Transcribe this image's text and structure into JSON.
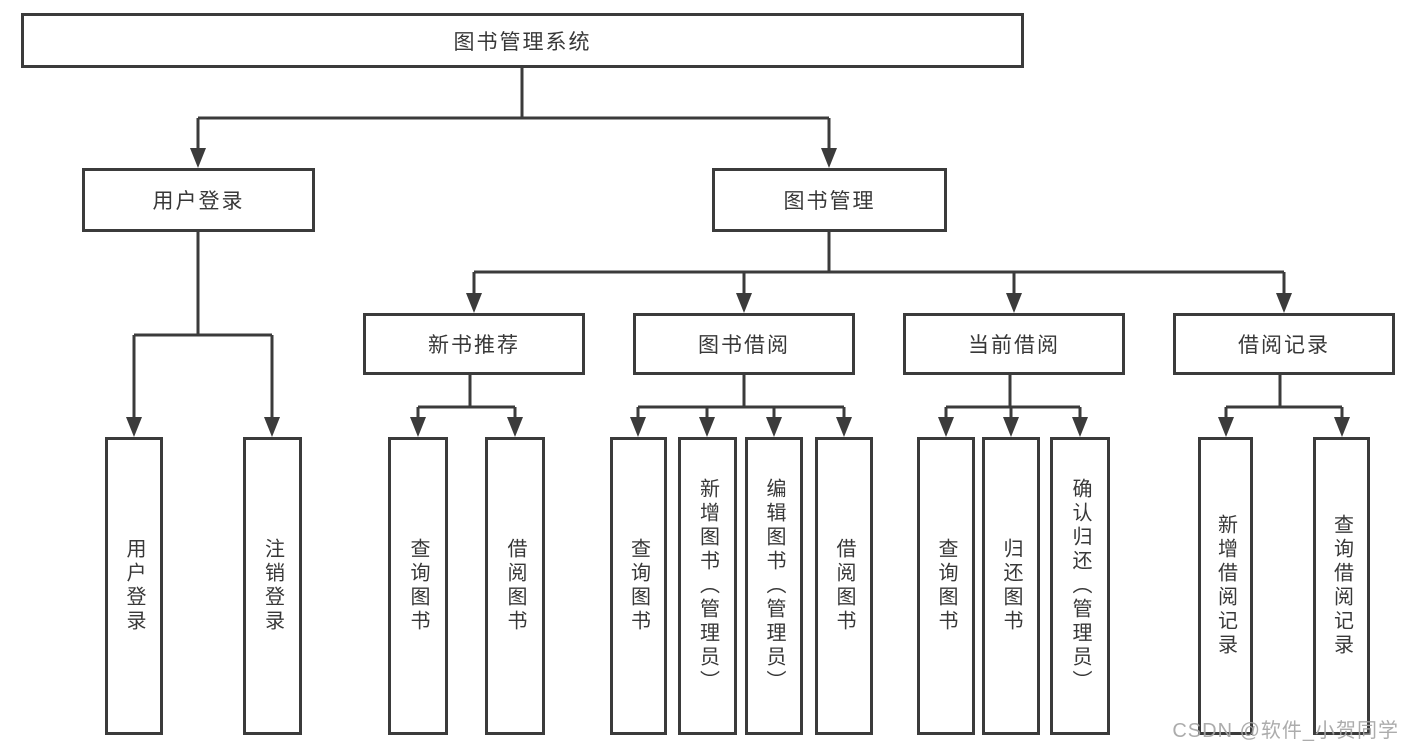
{
  "nodes": {
    "root": "图书管理系统",
    "level2": {
      "user_login": "用户登录",
      "book_mgmt": "图书管理"
    },
    "level3": {
      "new_book_rec": "新书推荐",
      "book_borrow": "图书借阅",
      "current_borrow": "当前借阅",
      "borrow_records": "借阅记录"
    },
    "leaves": {
      "user": [
        "用户登录",
        "注销登录"
      ],
      "newbook": [
        "查询图书",
        "借阅图书"
      ],
      "borrow": [
        "查询图书",
        "新增图书（管理员）",
        "编辑图书（管理员）",
        "借阅图书"
      ],
      "current": [
        "查询图书",
        "归还图书",
        "确认归还（管理员）"
      ],
      "records": [
        "新增借阅记录",
        "查询借阅记录"
      ]
    }
  },
  "watermark": "CSDN @软件_小贺同学",
  "colors": {
    "line": "#3b3b3b",
    "text": "#383838",
    "watermark": "#a6a6a6",
    "background": "#ffffff"
  }
}
